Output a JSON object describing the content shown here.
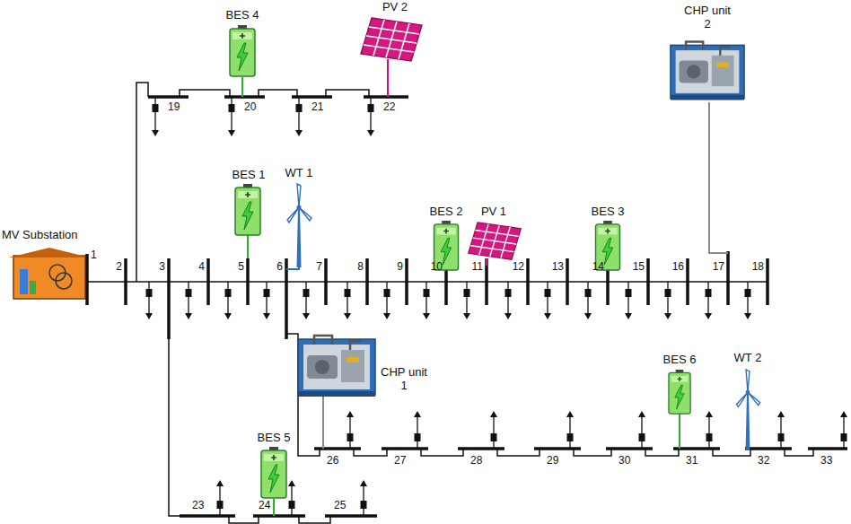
{
  "diagram": {
    "labels": [
      "BES 4",
      "PV 2",
      "19",
      "20",
      "21",
      "22",
      "BES 1",
      "WT 1",
      "BES 2",
      "PV 1",
      "BES 3",
      "CHP unit 2",
      "MV Substation",
      "1",
      "2",
      "3",
      "4",
      "5",
      "6",
      "7",
      "8",
      "9",
      "10",
      "11",
      "12",
      "13",
      "14",
      "15",
      "16",
      "17",
      "18",
      "CHP unit 1",
      "BES 6",
      "WT 2",
      "26",
      "27",
      "28",
      "29",
      "30",
      "31",
      "32",
      "33",
      "BES 5",
      "23",
      "24",
      "25"
    ]
  }
}
